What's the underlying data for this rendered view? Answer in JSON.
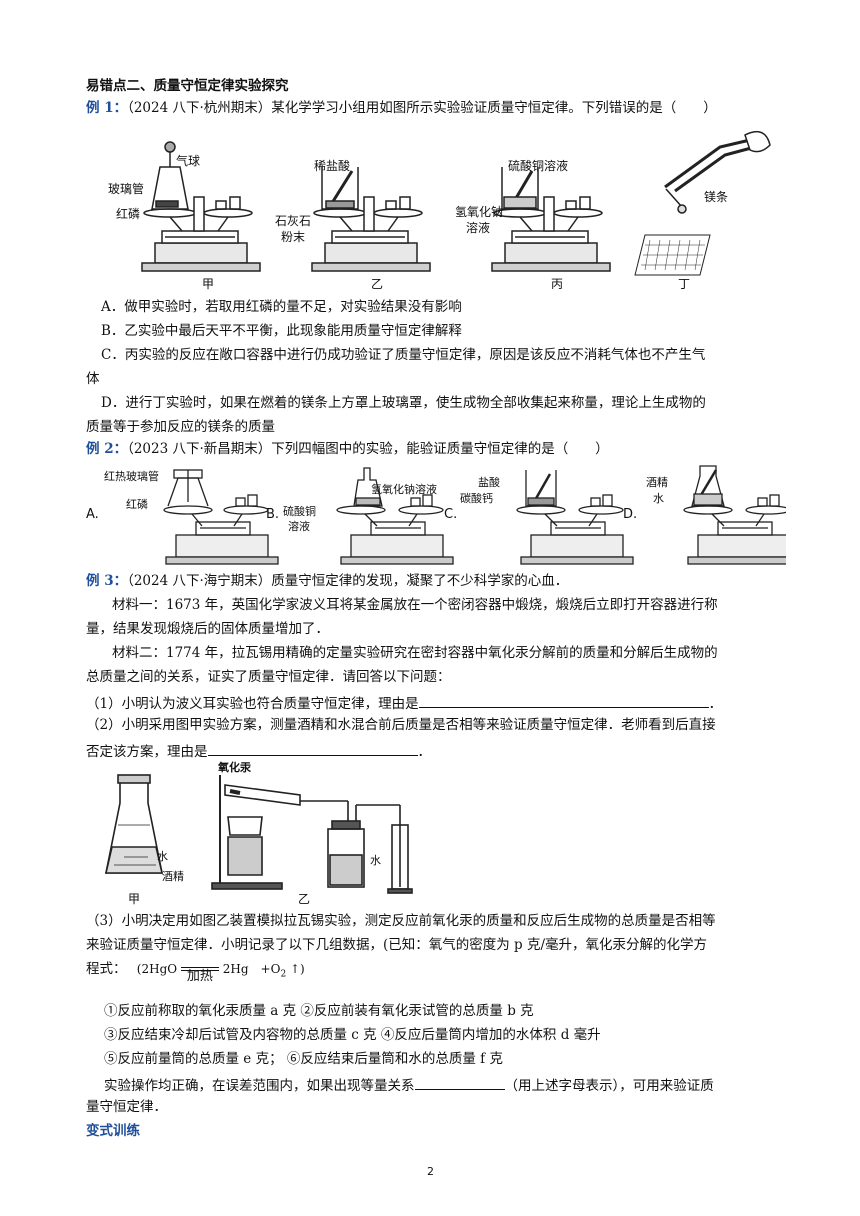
{
  "section_title": "易错点二、质量守恒定律实验探究",
  "ex1": {
    "label": "例 1",
    "colon": "：",
    "stem": "（2024 八下·杭州期末）某化学学习小组用如图所示实验验证质量守恒定律。下列错误的是（　　）",
    "fig_labels": {
      "jia_balloon": "气球",
      "jia_tube": "玻璃管",
      "jia_phos": "红磷",
      "yi_acid": "稀盐酸",
      "yi_stone1": "石灰石",
      "yi_stone2": "粉末",
      "bing_cuso4": "硫酸铜溶液",
      "bing_naoh1": "氢氧化钠",
      "bing_naoh2": "溶液",
      "ding_mg": "镁条"
    },
    "captions": [
      "甲",
      "乙",
      "丙",
      "丁"
    ],
    "options": {
      "A": "A．做甲实验时，若取用红磷的量不足，对实验结果没有影响",
      "B": "B．乙实验中最后天平不平衡，此现象能用质量守恒定律解释",
      "C1": "C．丙实验的反应在敞口容器中进行仍成功验证了质量守恒定律，原因是该反应不消耗气体也不产生气",
      "C2": "体",
      "D1": "D．进行丁实验时，如果在燃着的镁条上方罩上玻璃罩，使生成物全部收集起来称量，理论上生成物的",
      "D2": "质量等于参加反应的镁条的质量"
    }
  },
  "ex2": {
    "label": "例 2",
    "colon": "：",
    "stem": "（2023 八下·新昌期末）下列四幅图中的实验，能验证质量守恒定律的是（　　）",
    "letters": [
      "A.",
      "B.",
      "C.",
      "D."
    ],
    "fig_labels": {
      "a_rod": "红热玻璃管",
      "a_phos": "红磷",
      "b_naoh": "氢氧化钠溶液",
      "b_cuso4_1": "硫酸铜",
      "b_cuso4_2": "溶液",
      "c_hcl": "盐酸",
      "c_caco3": "碳酸钙",
      "d_alc": "酒精",
      "d_water": "水"
    }
  },
  "ex3": {
    "label": "例 3",
    "colon": "：",
    "stem": "（2024 八下·海宁期末）质量守恒定律的发现，凝聚了不少科学家的心血．",
    "m1_line1": "材料一：1673 年，英国化学家波义耳将某金属放在一个密闭容器中煅烧，煅烧后立即打开容器进行称",
    "m1_line2": "量，结果发现煅烧后的固体质量增加了．",
    "m2_line1": "材料二：1774 年，拉瓦锡用精确的定量实验研究在密封容器中氧化汞分解前的质量和分解后生成物的",
    "m2_line2": "总质量之间的关系，证实了质量守恒定律．请回答以下问题：",
    "q1": "（1）小明认为波义耳实验也符合质量守恒定律，理由是",
    "q1_end": "．",
    "q2_line1": "（2）小明采用图甲实验方案，测量酒精和水混合前后质量是否相等来验证质量守恒定律．老师看到后直接",
    "q2_line2": "否定该方案，理由是",
    "q2_end": "．",
    "fig_labels": {
      "hgo": "氧化汞",
      "water_a": "水",
      "alcohol": "酒精",
      "water_b": "水"
    },
    "captions": [
      "甲",
      "乙"
    ],
    "q3_line1": "（3）小明决定用如图乙装置模拟拉瓦锡实验，测定反应前氧化汞的质量和反应后生成物的总质量是否相等",
    "q3_line2": "来验证质量守恒定律．小明记录了以下几组数据，(已知：氧气的密度为 p 克/毫升，氧化汞分解的化学方",
    "q3_line3": "程式：",
    "eq_left": "(2HgO",
    "eq_cond": "加热",
    "eq_right": "2Hg　+O",
    "eq_sub": "2",
    "eq_arrow": " ↑)",
    "item1": "①反应前称取的氧化汞质量 a 克 ②反应前装有氧化汞试管的总质量 b 克",
    "item2": "③反应结束冷却后试管及内容物的总质量 c 克 ④反应后量筒内增加的水体积 d 毫升",
    "item3": "⑤反应前量筒的总质量 e 克；  ⑥反应结束后量筒和水的总质量 f 克",
    "q3_end_a": "实验操作均正确，在误差范围内，如果出现等量关系",
    "q3_end_b": "（用上述字母表示），可用来验证质",
    "q3_end_c": "量守恒定律．"
  },
  "variant": "变式训练",
  "page_number": "2"
}
